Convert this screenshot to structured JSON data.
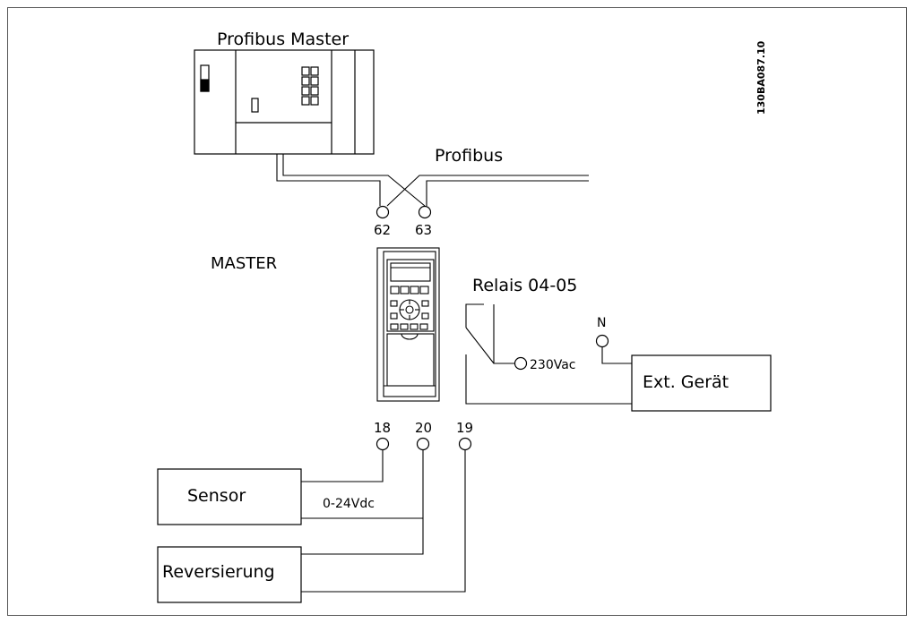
{
  "labels": {
    "profibus_master": "Profibus Master",
    "profibus": "Profibus",
    "master": "MASTER",
    "relais": "Relais 04-05",
    "neutral": "N",
    "voltage_230": "230Vac",
    "ext_device": "Ext. Gerät",
    "sensor": "Sensor",
    "voltage_24": "0-24Vdc",
    "reversal": "Reversierung",
    "drawing_id": "130BA087.10"
  },
  "terminals": {
    "t62": "62",
    "t63": "63",
    "t18": "18",
    "t20": "20",
    "t19": "19"
  }
}
